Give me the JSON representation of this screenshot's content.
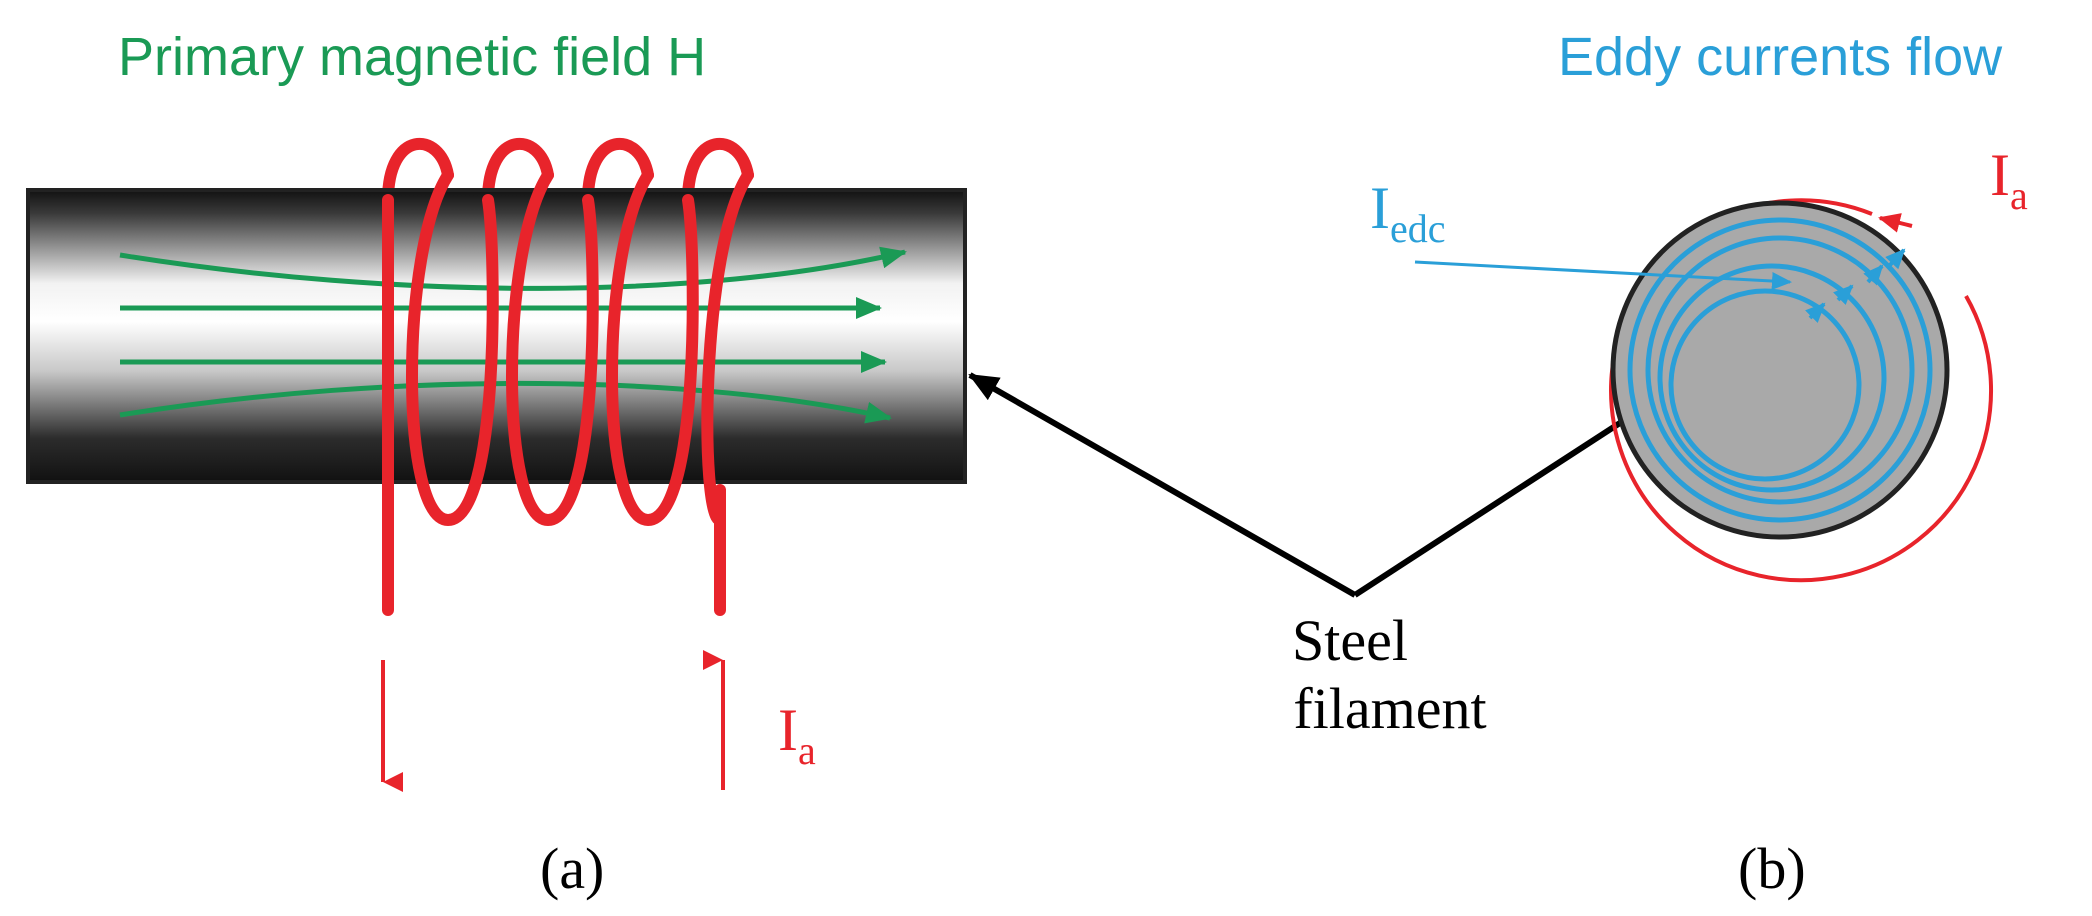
{
  "panel_a": {
    "title": "Primary magnetic field H",
    "current_label": "I",
    "current_subscript": "a",
    "caption": "(a)"
  },
  "panel_b": {
    "title": "Eddy currents flow",
    "current_label": "I",
    "current_subscript": "a",
    "eddy_label": "I",
    "eddy_subscript": "edc",
    "caption": "(b)"
  },
  "shared": {
    "filament_label_line1": "Steel",
    "filament_label_line2": "filament"
  },
  "colors": {
    "field_green": "#1a9a55",
    "coil_red": "#e8242b",
    "eddy_blue": "#2a9fd8",
    "cross_section_gray": "#a9a9a9",
    "pointer_black": "#000000"
  }
}
